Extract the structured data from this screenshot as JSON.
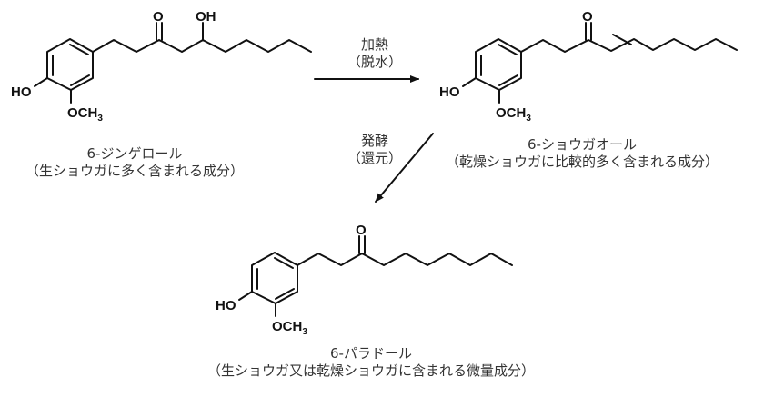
{
  "compounds": [
    {
      "name": "6-ジンゲロール",
      "note": "（生ショウガに多く含まれる成分）",
      "atoms": {
        "o": "O",
        "oh": "OH",
        "ho": "HO",
        "och3": "OCH",
        "sub3": "3"
      }
    },
    {
      "name": "6-ショウガオール",
      "note": "（乾燥ショウガに比較的多く含まれる成分）",
      "atoms": {
        "o": "O",
        "ho": "HO",
        "och3": "OCH",
        "sub3": "3"
      }
    },
    {
      "name": "6-パラドール",
      "note": "（生ショウガ又は乾燥ショウガに含まれる微量成分）",
      "atoms": {
        "o": "O",
        "ho": "HO",
        "och3": "OCH",
        "sub3": "3"
      }
    }
  ],
  "reactions": [
    {
      "label": "加熱",
      "condition": "（脱水）"
    },
    {
      "label": "発酵",
      "condition": "（還元）"
    }
  ]
}
